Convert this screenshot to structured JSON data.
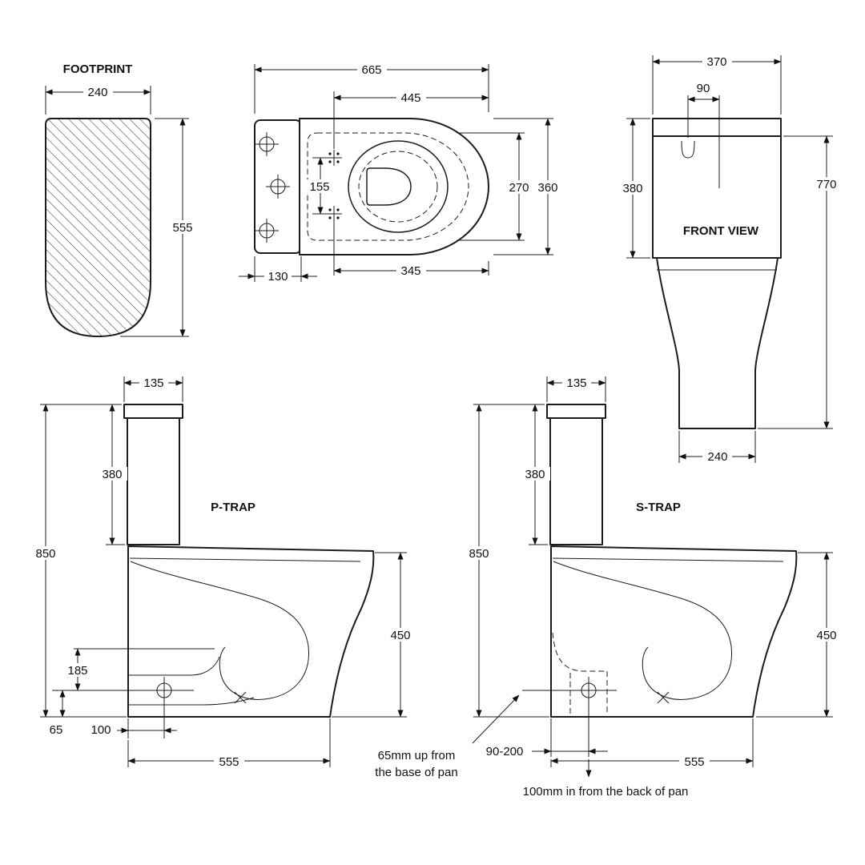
{
  "footprint": {
    "title": "FOOTPRINT",
    "dim_width": "240",
    "dim_height": "555"
  },
  "top_view": {
    "dim_overall_width": "665",
    "dim_seat_width": "445",
    "dim_fixing_pitch": "155",
    "dim_seat_depth": "270",
    "dim_overall_depth": "360",
    "dim_cistern_depth": "130",
    "dim_seat_length": "345"
  },
  "front_view": {
    "title": "FRONT VIEW",
    "dim_cistern_width": "370",
    "dim_inlet_offset": "90",
    "dim_cistern_height": "380",
    "dim_overall_height": "770",
    "dim_base_width": "240"
  },
  "p_trap": {
    "title": "P-TRAP",
    "dim_lid_width": "135",
    "dim_cistern_height": "380",
    "dim_total_height": "850",
    "dim_pan_height": "450",
    "dim_outlet_height": "185",
    "dim_outlet_to_base": "65",
    "dim_outlet_inset": "100",
    "dim_pan_depth": "555"
  },
  "s_trap": {
    "title": "S-TRAP",
    "dim_lid_width": "135",
    "dim_cistern_height": "380",
    "dim_total_height": "850",
    "dim_pan_height": "450",
    "dim_setout_range": "90-200",
    "dim_pan_depth": "555",
    "note_height_line1": "65mm up from",
    "note_height_line2": "the base of pan",
    "note_inset": "100mm in from the back of pan"
  }
}
